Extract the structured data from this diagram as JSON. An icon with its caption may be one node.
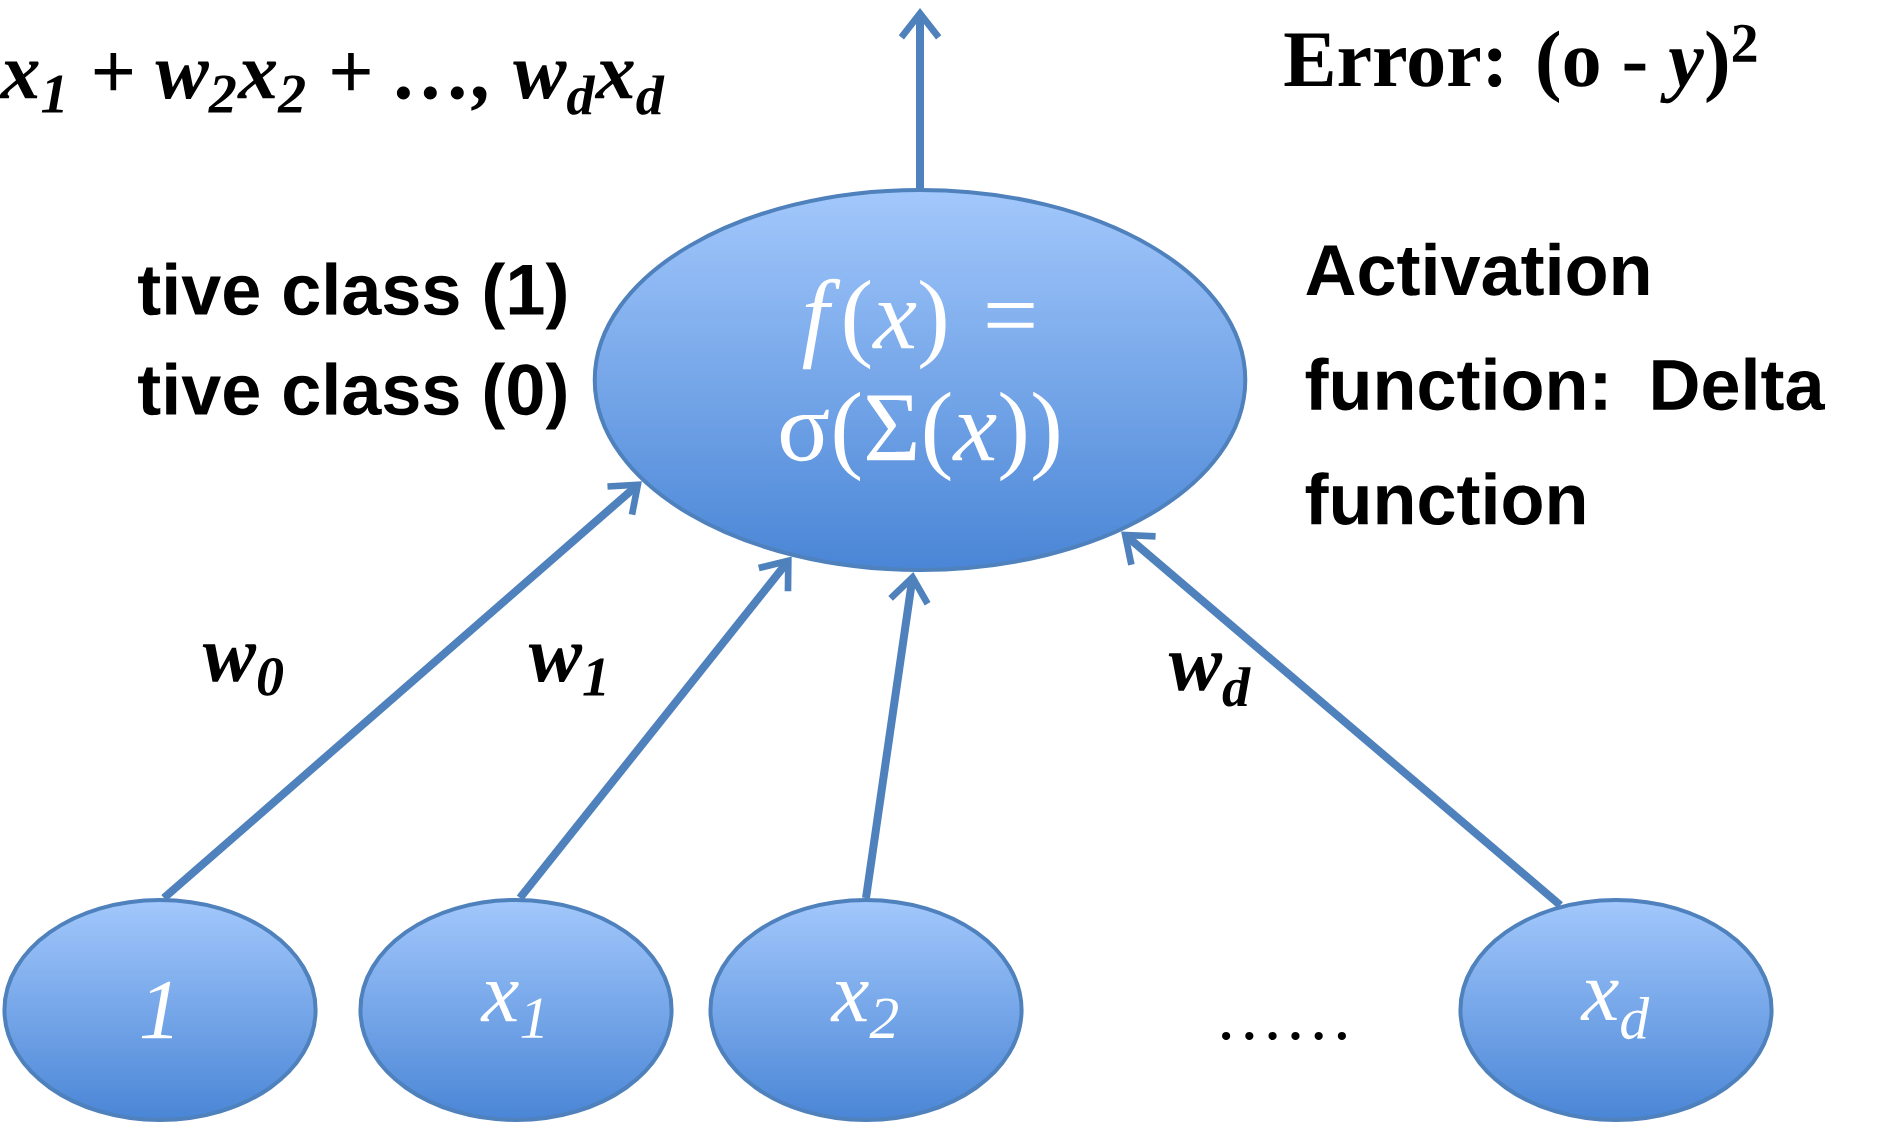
{
  "diagram": {
    "nodes": [
      {
        "text": [
          "*f*(*x*) = σ(Σ(*x*))"
        ]
      },
      {
        "text": [
          "1"
        ]
      },
      {
        "text": [
          "x$_{1}$"
        ]
      },
      {
        "text": [
          "x$_{2}$"
        ]
      },
      {
        "text": [
          "x$_{d}$"
        ]
      }
    ],
    "edges": [
      {
        "from": 1,
        "to": 0,
        "arrow": "to",
        "label": "w$_{0}$"
      },
      {
        "from": 2,
        "to": 0,
        "arrow": "to",
        "label": "w$_{1}$"
      },
      {
        "from": 3,
        "to": 0,
        "arrow": "to"
      },
      {
        "from": 4,
        "to": 0,
        "arrow": "to",
        "label": "w$_{d}$"
      },
      {
        "from": 0,
        "to": null,
        "arrow": "to",
        "label": "Error: (o - *y*)$^{2}$"
      }
    ],
    "labels": [
      "x$_{1}$ + w$_{2}$x$_{2}$ + …, w$_{d}$x$_{d}$",
      "tive class (1)",
      "tive class (0)",
      "Activation function: Delta function",
      "……"
    ]
  }
}
